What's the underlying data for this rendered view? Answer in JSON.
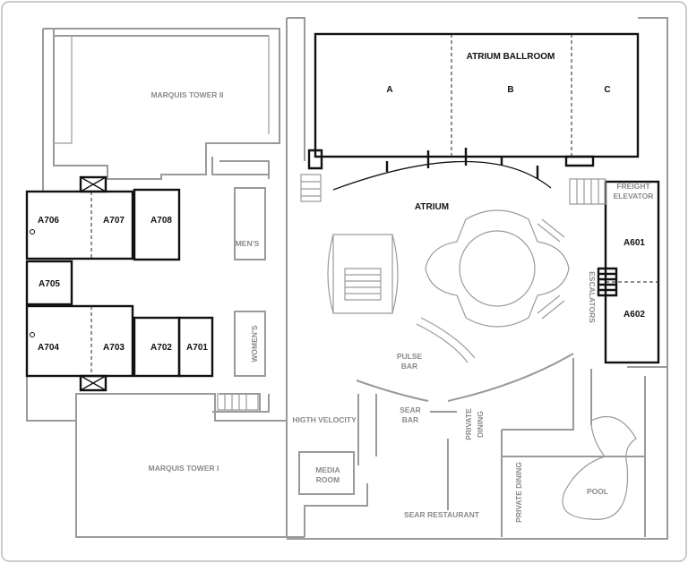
{
  "title": "Atrium Level Floor Plan",
  "ballroom": {
    "name": "ATRIUM BALLROOM",
    "sections": [
      "A",
      "B",
      "C"
    ]
  },
  "rooms_dark": [
    "A706",
    "A707",
    "A708",
    "A705",
    "A704",
    "A703",
    "A702",
    "A701",
    "A601",
    "A602"
  ],
  "areas": {
    "atrium": "ATRIUM",
    "freight_1": "FREIGHT",
    "freight_2": "ELEVATOR",
    "escalators": "ESCALATORS",
    "mens": "MEN'S",
    "womens": "WOMEN'S",
    "pulse_1": "PULSE",
    "pulse_2": "BAR",
    "high_velocity": "HIGTH VELOCITY",
    "sear_bar_1": "SEAR",
    "sear_bar_2": "BAR",
    "private_dining_1a": "PRIVATE",
    "private_dining_1b": "DINING",
    "media_1": "MEDIA",
    "media_2": "ROOM",
    "sear_restaurant": "SEAR RESTAURANT",
    "private_dining_2": "PRIVATE DINING",
    "pool": "POOL",
    "tower_2": "MARQUIS TOWER II",
    "tower_1": "MARQUIS TOWER I"
  }
}
